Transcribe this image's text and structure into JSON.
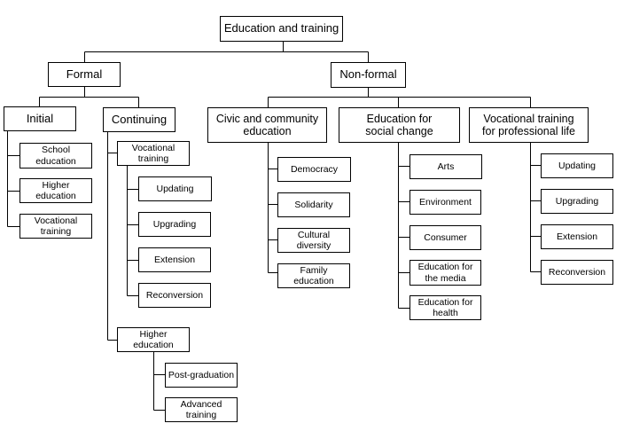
{
  "root": "Education and training",
  "formal": {
    "label": "Formal",
    "initial": {
      "label": "Initial",
      "children": [
        "School\neducation",
        "Higher\neducation",
        "Vocational\ntraining"
      ]
    },
    "continuing": {
      "label": "Continuing",
      "vocational": {
        "label": "Vocational\ntraining",
        "children": [
          "Updating",
          "Upgrading",
          "Extension",
          "Reconversion"
        ]
      },
      "higher": {
        "label": "Higher\neducation",
        "children": [
          "Post-graduation",
          "Advanced\ntraining"
        ]
      }
    }
  },
  "nonformal": {
    "label": "Non-formal",
    "civic": {
      "label": "Civic and community\neducation",
      "children": [
        "Democracy",
        "Solidarity",
        "Cultural\ndiversity",
        "Family\neducation"
      ]
    },
    "social": {
      "label": "Education for\nsocial change",
      "children": [
        "Arts",
        "Environment",
        "Consumer",
        "Education for\nthe media",
        "Education for\nhealth"
      ]
    },
    "professional": {
      "label": "Vocational training\nfor professional life",
      "children": [
        "Updating",
        "Upgrading",
        "Extension",
        "Reconversion"
      ]
    }
  }
}
